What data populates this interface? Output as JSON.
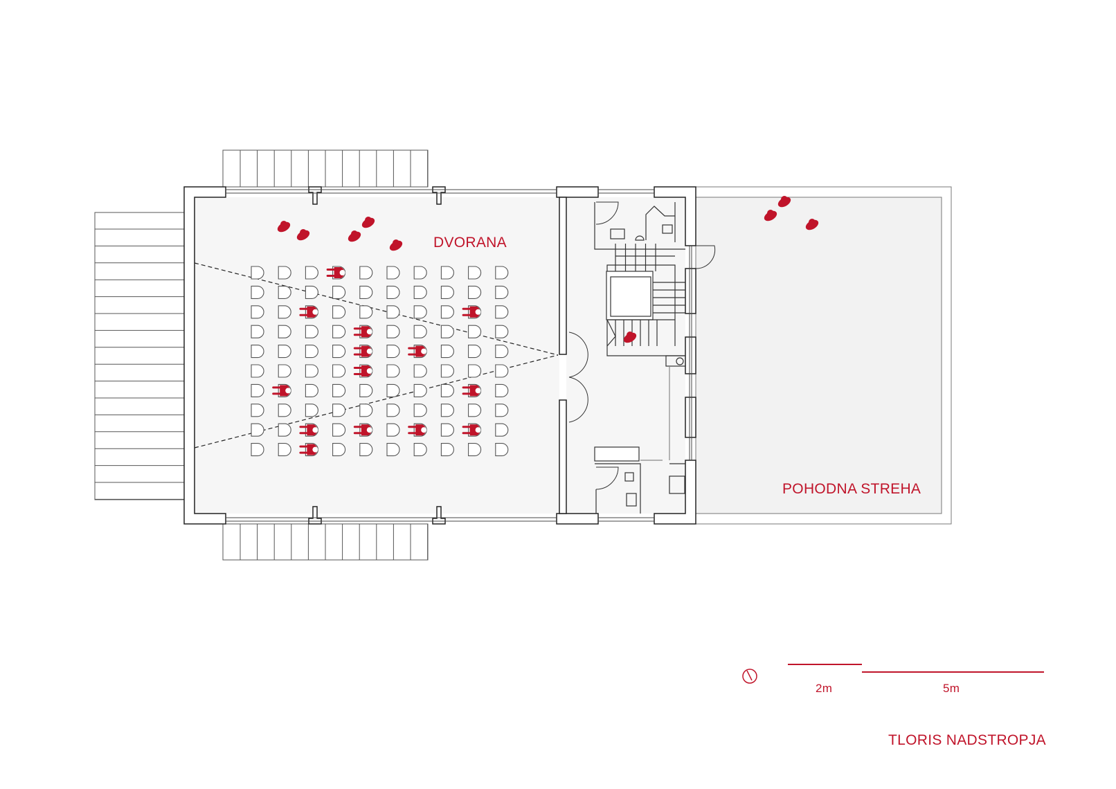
{
  "plan": {
    "title": "TLORIS NADSTROPJA",
    "rooms": {
      "hall": "DVORANA",
      "roof": "POHODNA STREHA"
    },
    "scale": {
      "short": "2m",
      "long": "5m"
    }
  },
  "colors": {
    "accent": "#c0142a",
    "wall": "#222222",
    "floor": "#f6f6f6"
  },
  "icons": {
    "north": "north-arrow-icon"
  }
}
